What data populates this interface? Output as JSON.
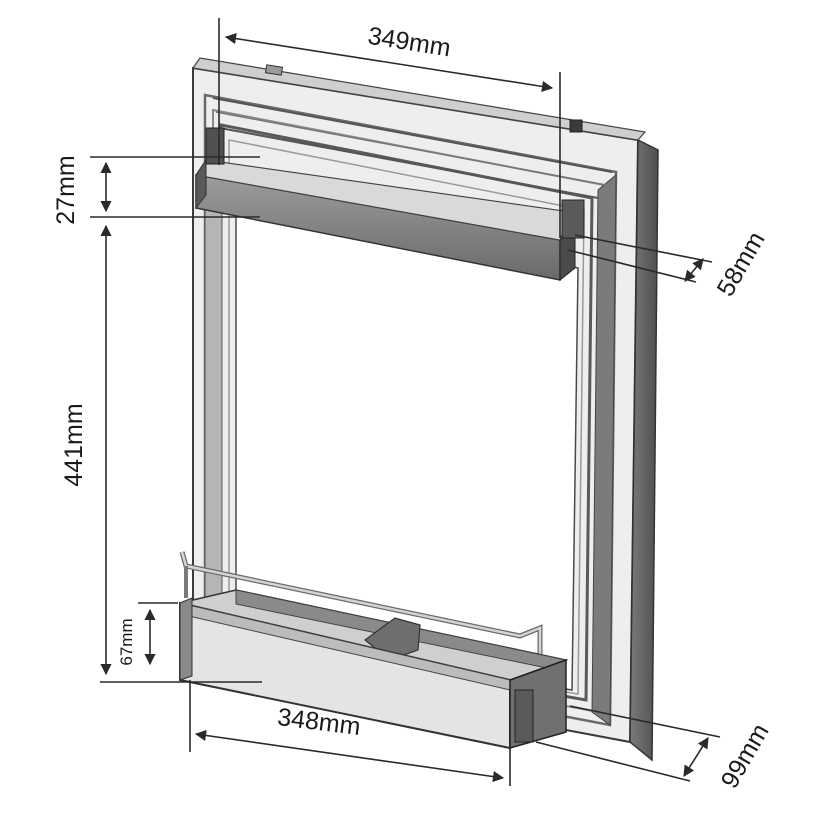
{
  "dimensions": {
    "top_width": "349mm",
    "top_shelf_height": "27mm",
    "top_shelf_depth": "58mm",
    "frame_height": "441mm",
    "bottom_bin_height": "67mm",
    "bottom_width": "348mm",
    "bottom_bin_depth": "99mm"
  },
  "colors": {
    "frame_dark": "#5e5e5e",
    "frame_mid": "#9a9a9a",
    "frame_light": "#d6d6d6",
    "bin_face": "#e4e4e4",
    "dim_line": "#2a2a2a"
  }
}
